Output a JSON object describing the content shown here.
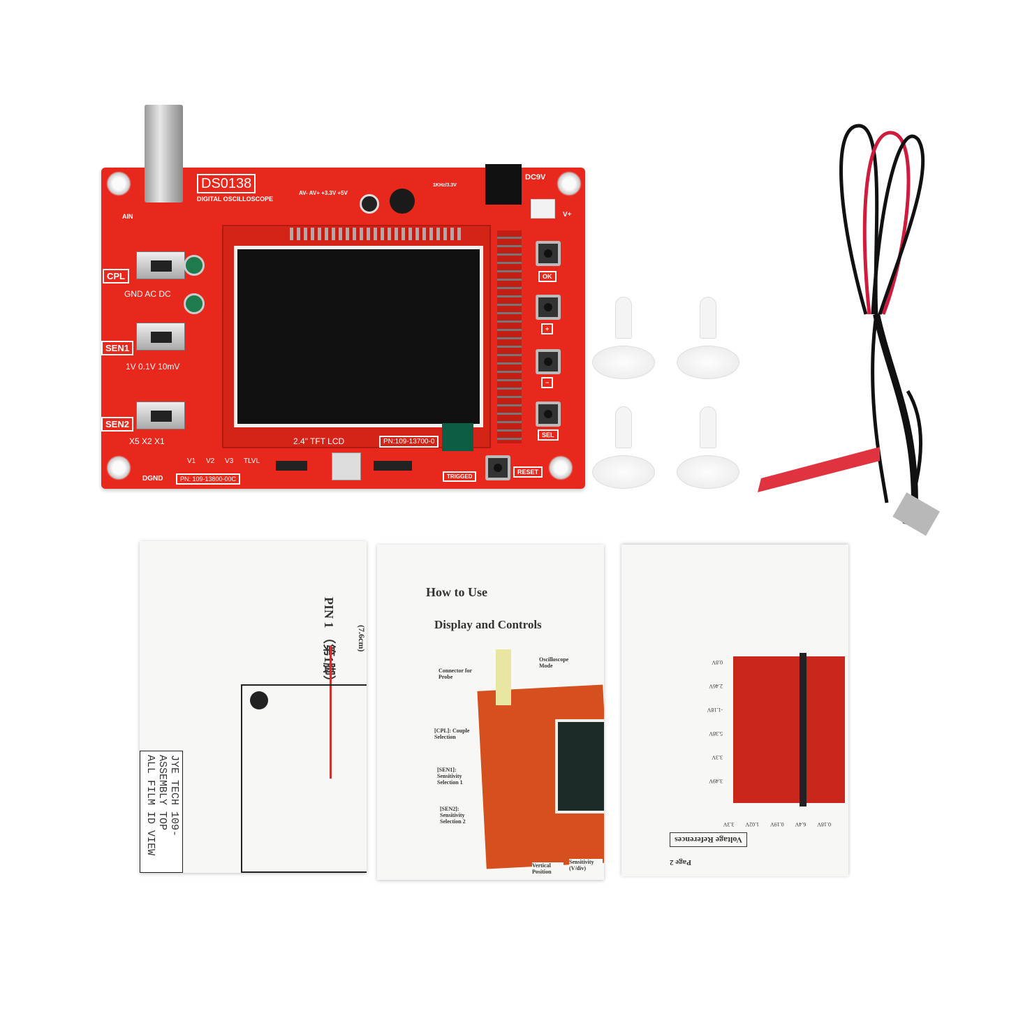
{
  "board": {
    "logo": "DS0138",
    "subtitle": "DIGITAL OSCILLOSCOPE",
    "labels": {
      "ain": "AIN",
      "cpl": "CPL",
      "cpl_opts": "GND AC DC",
      "sen1": "SEN1",
      "sen1_opts": "1V 0.1V 10mV",
      "sen2": "SEN2",
      "sen2_opts": "X5 X2 X1",
      "dc9v": "DC9V",
      "vplus": "V+",
      "ok": "OK",
      "plus": "+",
      "minus": "−",
      "sel": "SEL",
      "reset": "RESET",
      "trigged": "TRIGGED",
      "dgnd": "DGND",
      "pn_board": "PN: 109-13800-00C",
      "tft": "2.4\" TFT LCD",
      "pn_lcd": "PN:109-13700-0",
      "test_points": "V1 V2 V3 TLVL",
      "power_points": "AV- AV+ +3.3V +5V",
      "freq": "1KHz/3.3V"
    }
  },
  "manuals": {
    "left": {
      "pin": "PIN 1 （第1脚）",
      "dimension": "(7.6cm)",
      "film_lines": [
        "JYE TECH   109-",
        "ASSEMBLY TOP",
        "ALL FILM ID VIEW"
      ]
    },
    "middle": {
      "heading": "How to Use",
      "title": "Display and Controls",
      "callouts": [
        "Connector for Probe",
        "Oscilloscope Mode",
        "[CPL]: Couple Selection",
        "[SEN1]: Sensitivity Selection 1",
        "[SEN2]: Sensitivity Selection 2",
        "Vertical Position",
        "Sensitivity (V/div)"
      ]
    },
    "right": {
      "page": "Page 2",
      "title": "Voltage References",
      "values": [
        "0.8V",
        "2.46V",
        "-1.18V",
        "5.38V",
        "3.3V",
        "3.49V",
        "0.18V",
        "6.4V",
        "0.19V",
        "1.02V",
        "3.3V"
      ]
    }
  }
}
